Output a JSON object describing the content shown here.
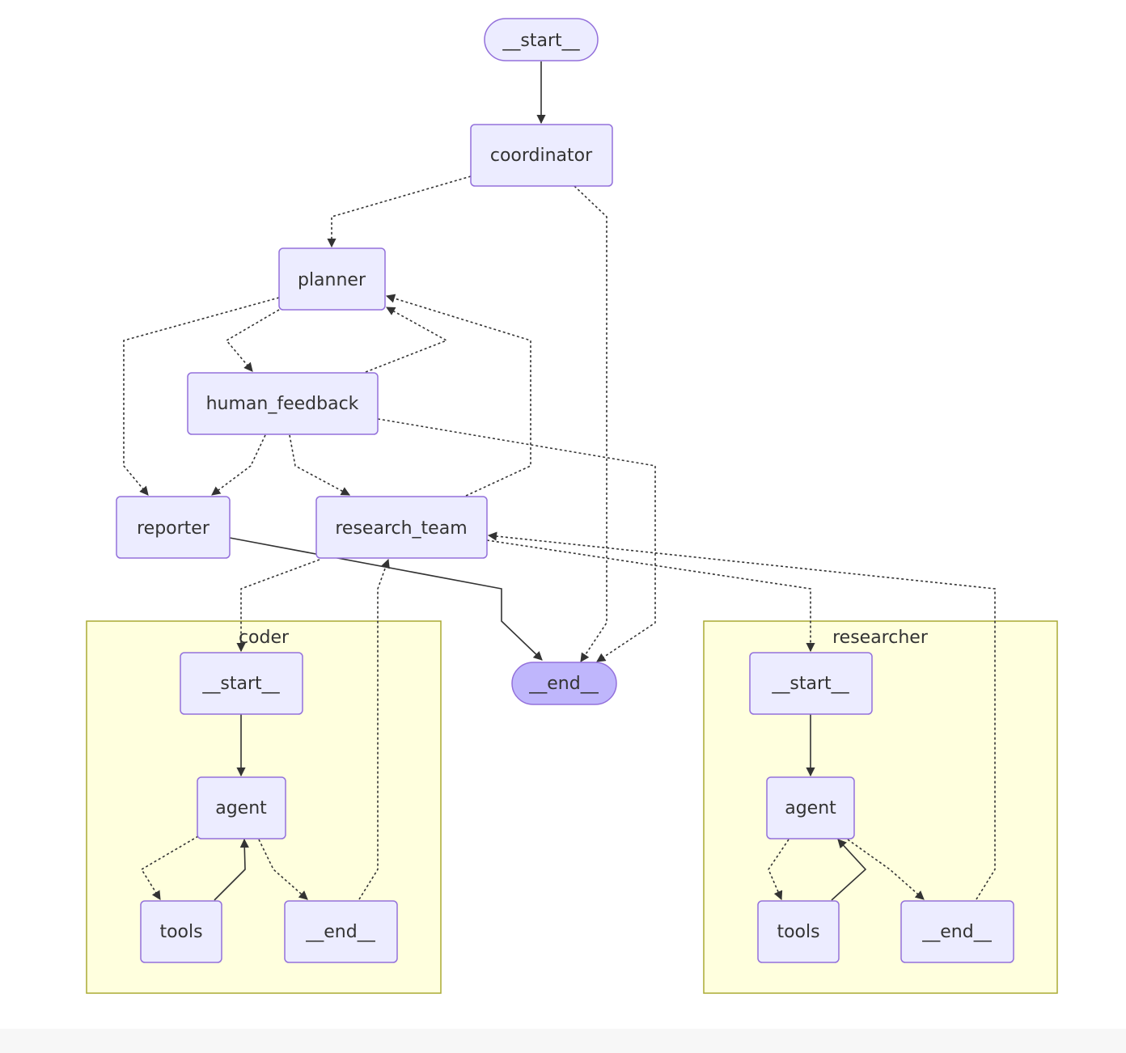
{
  "colors": {
    "node_fill": "#ECECFF",
    "node_stroke": "#9370DB",
    "end_fill": "#BFB6FC",
    "cluster_fill": "#FFFFDE",
    "cluster_stroke": "#AAAA33",
    "edge": "#333333",
    "text": "#333333"
  },
  "clusters": {
    "coder": {
      "label": "coder"
    },
    "researcher": {
      "label": "researcher"
    }
  },
  "nodes": {
    "start": {
      "label": "__start__"
    },
    "coordinator": {
      "label": "coordinator"
    },
    "planner": {
      "label": "planner"
    },
    "human_feedback": {
      "label": "human_feedback"
    },
    "reporter": {
      "label": "reporter"
    },
    "research_team": {
      "label": "research_team"
    },
    "end": {
      "label": "__end__"
    },
    "coder_start": {
      "label": "__start__"
    },
    "coder_agent": {
      "label": "agent"
    },
    "coder_tools": {
      "label": "tools"
    },
    "coder_end": {
      "label": "__end__"
    },
    "researcher_start": {
      "label": "__start__"
    },
    "researcher_agent": {
      "label": "agent"
    },
    "researcher_tools": {
      "label": "tools"
    },
    "researcher_end": {
      "label": "__end__"
    }
  },
  "edges": [
    {
      "from": "__start__",
      "to": "coordinator",
      "style": "solid"
    },
    {
      "from": "coordinator",
      "to": "planner",
      "style": "dotted"
    },
    {
      "from": "coordinator",
      "to": "__end__",
      "style": "dotted"
    },
    {
      "from": "planner",
      "to": "human_feedback",
      "style": "dotted"
    },
    {
      "from": "planner",
      "to": "reporter",
      "style": "dotted"
    },
    {
      "from": "human_feedback",
      "to": "planner",
      "style": "dotted"
    },
    {
      "from": "human_feedback",
      "to": "reporter",
      "style": "dotted"
    },
    {
      "from": "human_feedback",
      "to": "research_team",
      "style": "dotted"
    },
    {
      "from": "human_feedback",
      "to": "__end__",
      "style": "dotted"
    },
    {
      "from": "research_team",
      "to": "planner",
      "style": "dotted"
    },
    {
      "from": "research_team",
      "to": "coder",
      "style": "dotted"
    },
    {
      "from": "research_team",
      "to": "researcher",
      "style": "dotted"
    },
    {
      "from": "reporter",
      "to": "__end__",
      "style": "solid"
    },
    {
      "from": "coder",
      "to": "research_team",
      "style": "dotted"
    },
    {
      "from": "researcher",
      "to": "research_team",
      "style": "dotted"
    },
    {
      "from": "coder:__start__",
      "to": "coder:agent",
      "style": "solid"
    },
    {
      "from": "coder:agent",
      "to": "coder:tools",
      "style": "dotted"
    },
    {
      "from": "coder:agent",
      "to": "coder:__end__",
      "style": "dotted"
    },
    {
      "from": "coder:tools",
      "to": "coder:agent",
      "style": "solid"
    },
    {
      "from": "researcher:__start__",
      "to": "researcher:agent",
      "style": "solid"
    },
    {
      "from": "researcher:agent",
      "to": "researcher:tools",
      "style": "dotted"
    },
    {
      "from": "researcher:agent",
      "to": "researcher:__end__",
      "style": "dotted"
    },
    {
      "from": "researcher:tools",
      "to": "researcher:agent",
      "style": "solid"
    }
  ]
}
